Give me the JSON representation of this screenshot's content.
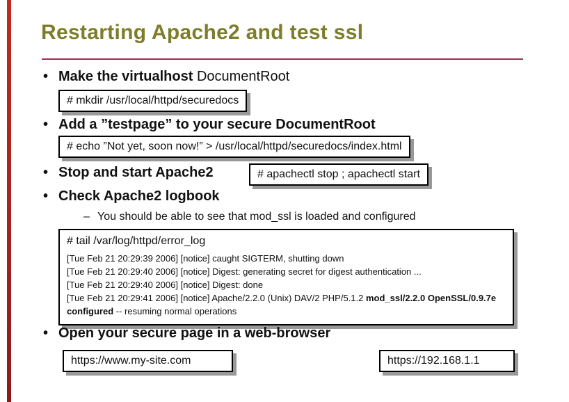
{
  "slide": {
    "title": "Restarting Apache2 and test ssl",
    "markers": {
      "bullet": "•",
      "dash": "–"
    },
    "bullet1": {
      "bold_text": "Make the virtualhost",
      "normal_text": " DocumentRoot",
      "code": "# mkdir /usr/local/httpd/securedocs"
    },
    "bullet2": {
      "text": "Add a ”testpage” to your secure DocumentRoot",
      "code": "# echo ”Not yet, soon now!” > /usr/local/httpd/securedocs/index.html"
    },
    "bullet3": {
      "text": "Stop and start Apache2",
      "code": "# apachectl stop ; apachectl start"
    },
    "bullet4": {
      "text": "Check Apache2 logbook",
      "subnote": "You should be able to see that mod_ssl is loaded and configured"
    },
    "logbox": {
      "command": "# tail /var/log/httpd/error_log",
      "line1": "[Tue Feb 21 20:29:39 2006] [notice] caught SIGTERM, shutting down",
      "line2": "[Tue Feb 21 20:29:40 2006] [notice] Digest: generating secret for digest authentication ...",
      "line3": "[Tue Feb 21 20:29:40 2006] [notice] Digest: done",
      "line4_prefix": "[Tue Feb 21 20:29:41 2006] [notice] Apache/2.2.0 (Unix) DAV/2 PHP/5.1.2 ",
      "line4_bold": "mod_ssl/2.2.0 OpenSSL/0.9.7e configured",
      "line4_suffix": " -- resuming normal operations"
    },
    "bullet5": {
      "text": "Open your secure page in a web-browser"
    },
    "url_boxes": {
      "left": "https://www.my-site.com",
      "right": "https://192.168.1.1"
    },
    "colors": {
      "title_olive": "#7d7d2b",
      "rule_crimson": "#a62b4a",
      "left_bar_red": "#a32020",
      "box_shadow_gray": "#999999"
    }
  }
}
